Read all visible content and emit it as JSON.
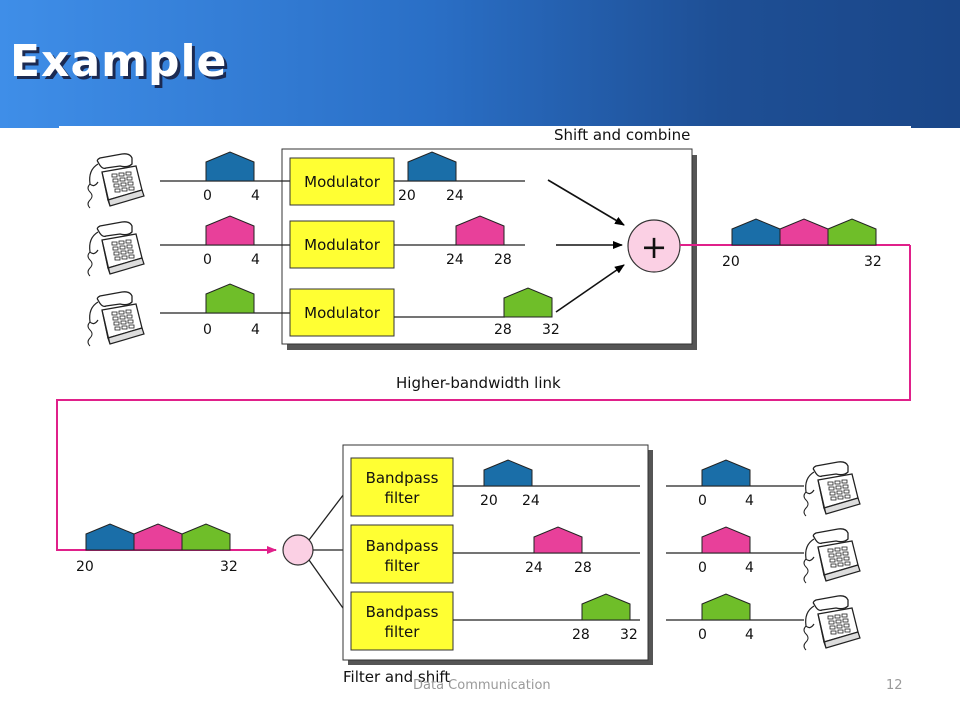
{
  "slide": {
    "title": "Example"
  },
  "diagram": {
    "top_label": "Shift and combine",
    "link_label": "Higher-bandwidth link",
    "bottom_label": "Filter and shift",
    "modulator_label": "Modulator",
    "bandpass_line1": "Bandpass",
    "bandpass_line2": "filter",
    "plus_symbol": "+",
    "input_ticks": [
      "0",
      "4"
    ],
    "channels": [
      {
        "color": "#1a6ea8",
        "shifted_ticks": [
          "20",
          "24"
        ]
      },
      {
        "color": "#e8409a",
        "shifted_ticks": [
          "24",
          "28"
        ]
      },
      {
        "color": "#6fbe29",
        "shifted_ticks": [
          "28",
          "32"
        ]
      }
    ],
    "combined_ticks": [
      "20",
      "32"
    ],
    "link_color": "#e0208a",
    "box_fill": "#ffff33"
  },
  "footer": {
    "course": "Data Communication",
    "page": "12"
  }
}
